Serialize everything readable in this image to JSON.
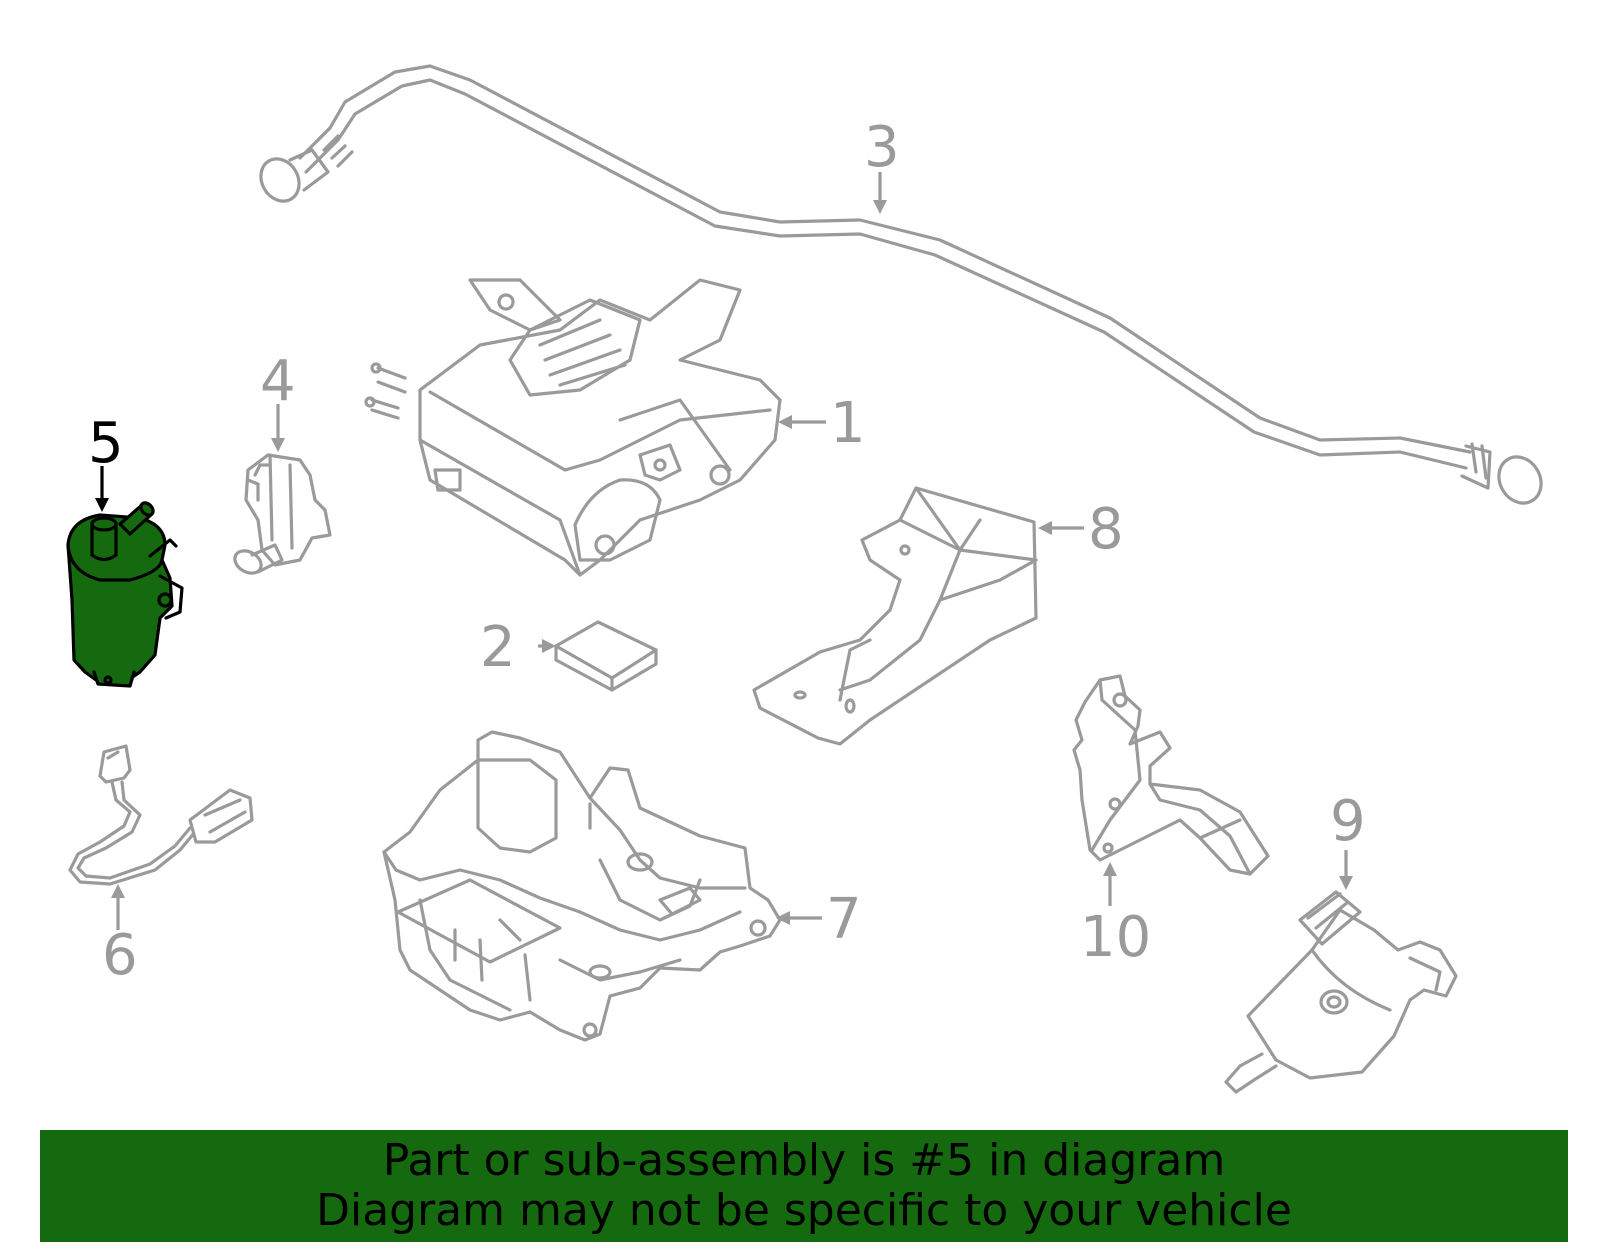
{
  "diagram": {
    "callouts": [
      {
        "id": "1",
        "label": "1",
        "active": false
      },
      {
        "id": "2",
        "label": "2",
        "active": false
      },
      {
        "id": "3",
        "label": "3",
        "active": false
      },
      {
        "id": "4",
        "label": "4",
        "active": false
      },
      {
        "id": "5",
        "label": "5",
        "active": true
      },
      {
        "id": "6",
        "label": "6",
        "active": false
      },
      {
        "id": "7",
        "label": "7",
        "active": false
      },
      {
        "id": "8",
        "label": "8",
        "active": false
      },
      {
        "id": "9",
        "label": "9",
        "active": false
      },
      {
        "id": "10",
        "label": "10",
        "active": false
      }
    ],
    "colors": {
      "highlight": "#156a0f",
      "part_stroke": "#9a9a9a",
      "active_stroke": "#000000",
      "banner": "#156a0f"
    }
  },
  "banner": {
    "line1": "Part or sub-assembly is #5 in diagram",
    "line2": "Diagram may not be specific to your vehicle"
  }
}
